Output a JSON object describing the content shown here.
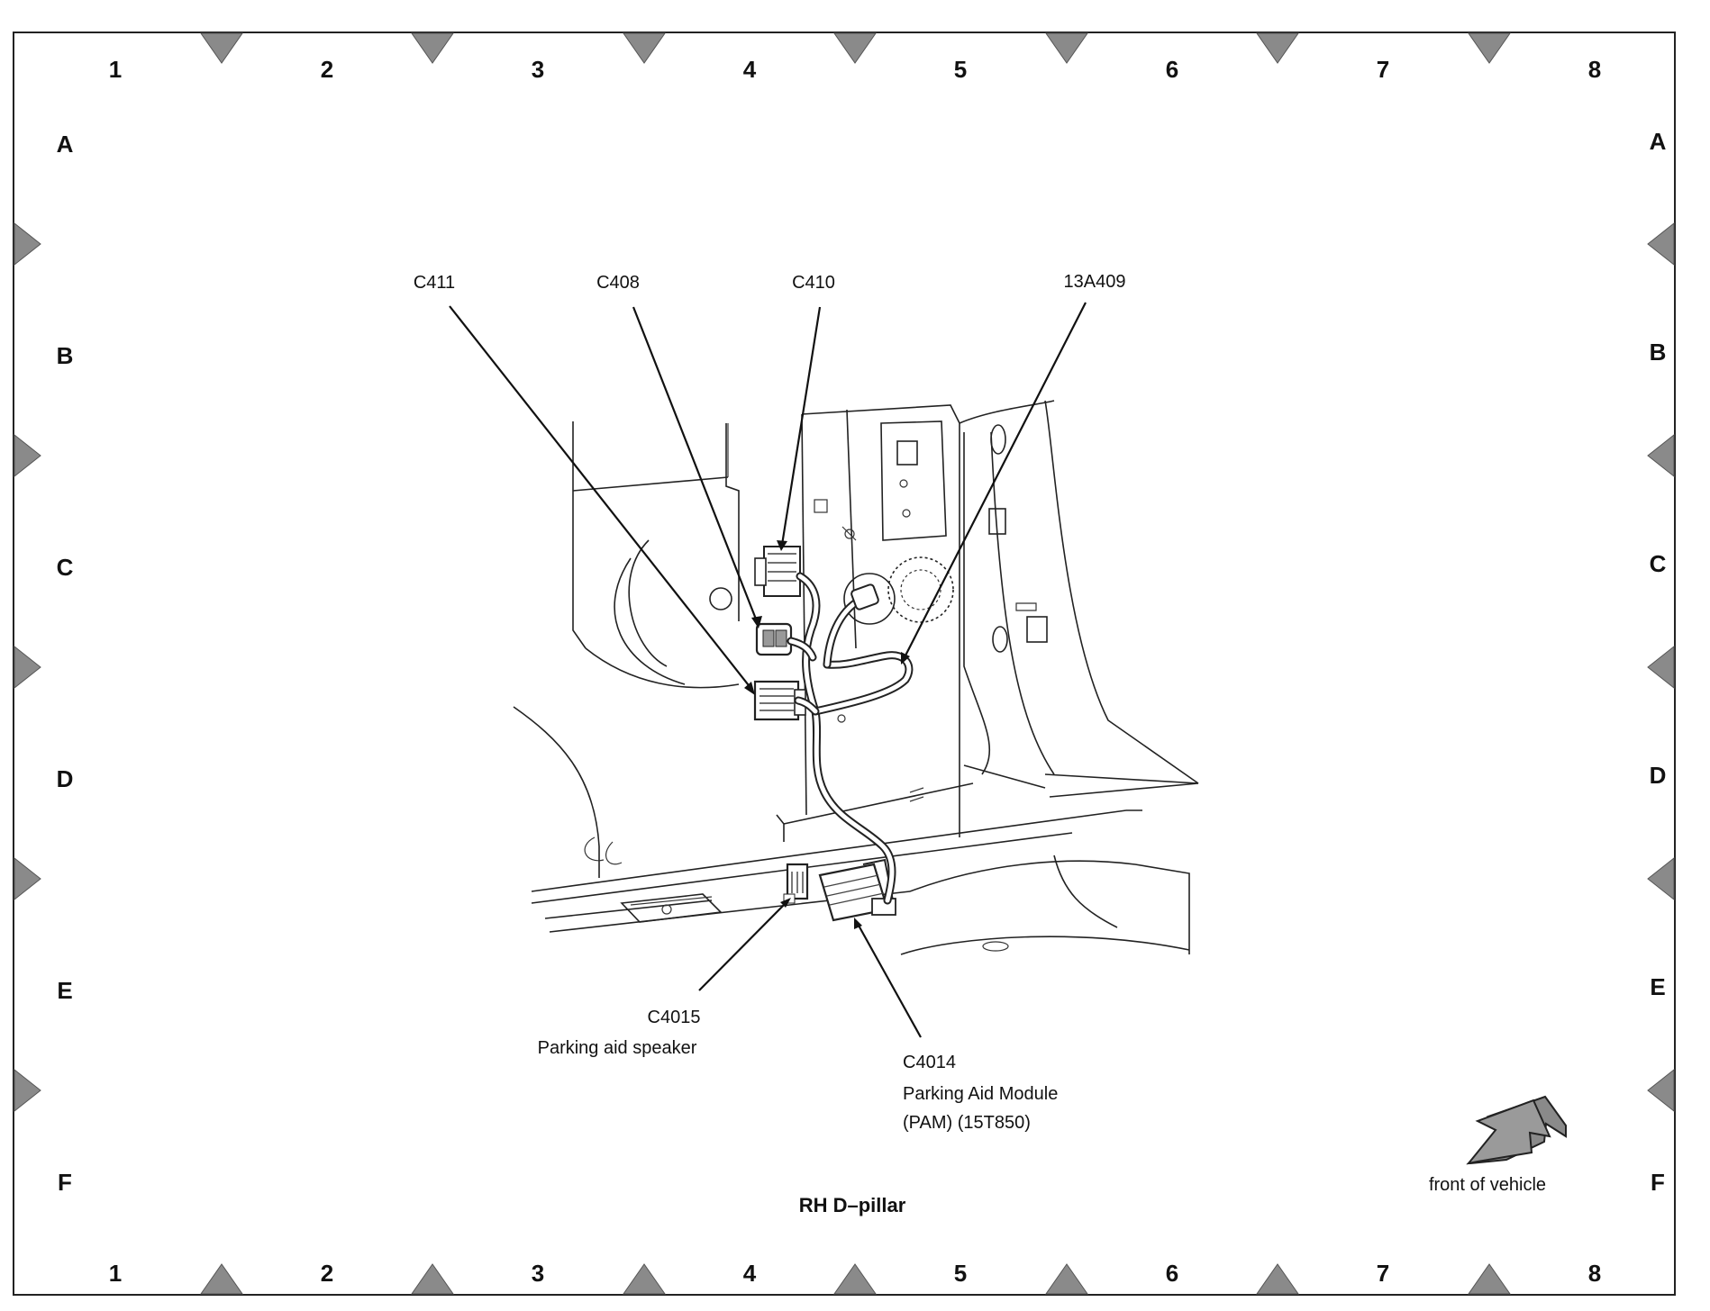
{
  "grid": {
    "columns": [
      "1",
      "2",
      "3",
      "4",
      "5",
      "6",
      "7",
      "8"
    ],
    "rows": [
      "A",
      "B",
      "C",
      "D",
      "E",
      "F"
    ]
  },
  "callouts": {
    "c411": "C411",
    "c408": "C408",
    "c410": "C410",
    "harness": "13A409",
    "c4015": "C4015",
    "c4015_desc": "Parking aid speaker",
    "c4014": "C4014",
    "c4014_desc_1": "Parking Aid Module",
    "c4014_desc_2": "(PAM) (15T850)"
  },
  "title": "RH D–pillar",
  "orientation_note": "front of vehicle",
  "colors": {
    "marker": "#8a8a8a",
    "line": "#222222",
    "arrow_fill": "#8a8a8a"
  }
}
